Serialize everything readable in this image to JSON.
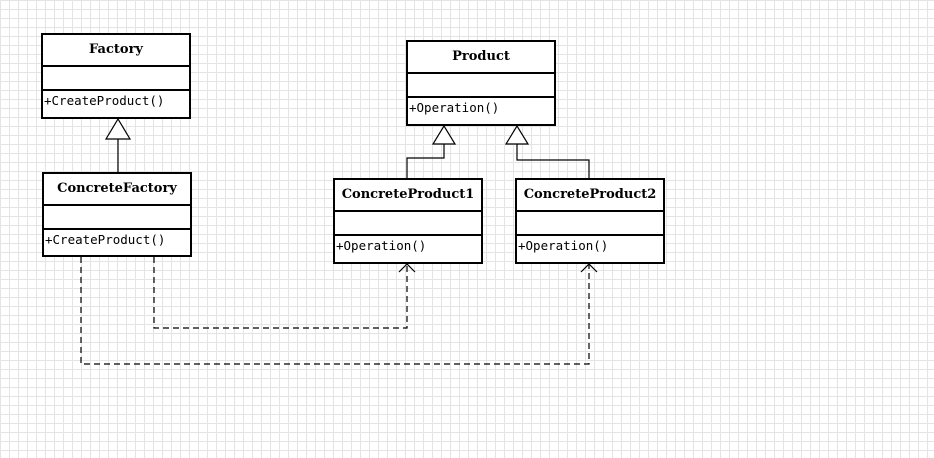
{
  "classes": {
    "factory": {
      "name": "Factory",
      "operation": "+CreateProduct()"
    },
    "concrete_factory": {
      "name": "ConcreteFactory",
      "operation": "+CreateProduct()"
    },
    "product": {
      "name": "Product",
      "operation": "+Operation()"
    },
    "concrete_product1": {
      "name": "ConcreteProduct1",
      "operation": "+Operation()"
    },
    "concrete_product2": {
      "name": "ConcreteProduct2",
      "operation": "+Operation()"
    }
  },
  "relationships": [
    {
      "type": "generalization",
      "from": "ConcreteFactory",
      "to": "Factory"
    },
    {
      "type": "generalization",
      "from": "ConcreteProduct1",
      "to": "Product"
    },
    {
      "type": "generalization",
      "from": "ConcreteProduct2",
      "to": "Product"
    },
    {
      "type": "dependency",
      "from": "ConcreteFactory",
      "to": "ConcreteProduct1"
    },
    {
      "type": "dependency",
      "from": "ConcreteFactory",
      "to": "ConcreteProduct2"
    }
  ],
  "colors": {
    "line": "#000000",
    "grid": "#e4e4e4",
    "background": "#ffffff"
  }
}
